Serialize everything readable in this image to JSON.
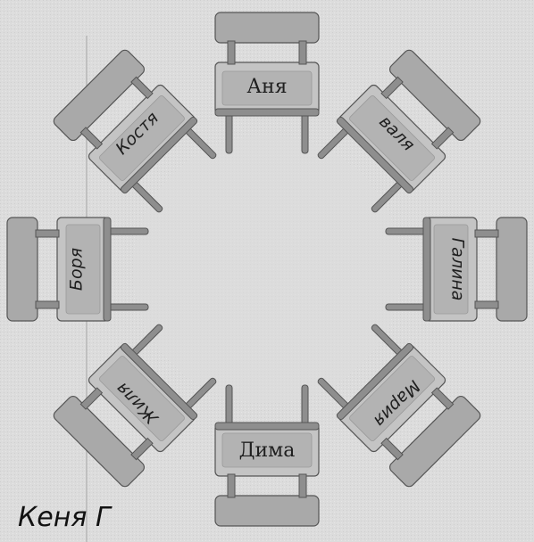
{
  "seats": [
    {
      "name": "Аня",
      "style": "typed"
    },
    {
      "name": "валя",
      "style": "hand"
    },
    {
      "name": "Галина",
      "style": "hand"
    },
    {
      "name": "Мария",
      "style": "hand"
    },
    {
      "name": "Дима",
      "style": "typed"
    },
    {
      "name": "Жиля",
      "style": "hand"
    },
    {
      "name": "Боря",
      "style": "hand"
    },
    {
      "name": "Костя",
      "style": "hand"
    }
  ],
  "note": "Кеня Г",
  "colors": {
    "background": "#dcdcdc",
    "chair_back": "#a9a9a9",
    "chair_seat": "#c4c4c4",
    "seat_label": "#b3b3b3",
    "legs": "#8e8e8e",
    "outline": "#555555",
    "margin_line": "#b7b7b7"
  }
}
